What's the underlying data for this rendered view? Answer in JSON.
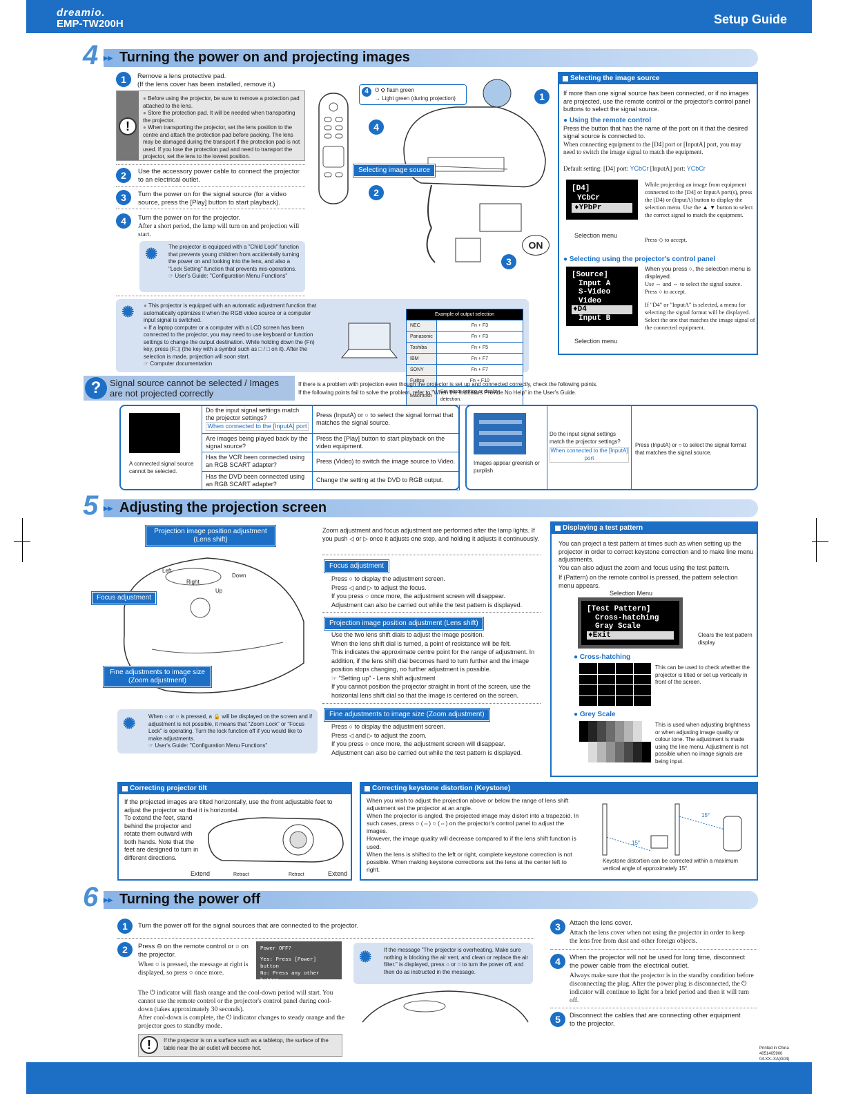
{
  "header": {
    "brand": "dreamio.",
    "model": "EMP-TW200H",
    "guide": "Setup Guide"
  },
  "s4": {
    "num": "4",
    "title": "Turning the power on and projecting images",
    "step1": {
      "n": "1",
      "l1": "Remove a lens protective pad.",
      "l2": "(If the lens cover has been installed, remove it.)"
    },
    "warn1": [
      "Before using the projector, be sure to remove a protection pad attached to the lens.",
      "Store the protection pad. It will be needed when transporting the projector.",
      "When transporting the projector, set the lens position to the centre and attach the protection pad before packing. The lens may be damaged during the transport if the protection pad is not used. If you lose the protection pad and need to transport the projector, set the lens to the lowest position."
    ],
    "step2": {
      "n": "2",
      "t": "Use the accessory power cable to connect the projector to an electrical outlet."
    },
    "step3": {
      "n": "3",
      "t": "Turn the power on for the signal source (for a video source, press the [Play] button to start playback)."
    },
    "step4": {
      "n": "4",
      "t": "Turn the power on for the projector.",
      "t2": "After a short period, the lamp will turn on and projection will start."
    },
    "tip1": {
      "t": "The projector is equipped with a \"Child Lock\" function that prevents young children from accidentally turning the power on and looking into the lens, and also a \"Lock Setting\" function that prevents mis-operations.",
      "ref": "User's Guide: \"Configuration Menu Functions\""
    },
    "callout": {
      "n": "4",
      "l1": "flash green",
      "l2": "→ Light green (during projection)"
    },
    "img_label": "Selecting image source",
    "on": "ON",
    "tip2": {
      "b1": "This projector is equipped with an automatic adjustment function that automatically optimizes it when the RGB video source or a computer input signal is switched.",
      "b2": "If a laptop computer or a computer with a LCD screen has been connected to the projector, you may need to use keyboard or function settings to change the output destination. While holding down the (Fn) key, press (F□) (the key with a symbol such as □ / □ on it). After the selection is made, projection will soon start.",
      "ref": "Computer documentation"
    },
    "out_table": {
      "head": "Example of output selection",
      "rows": [
        [
          "NEC",
          "Fn + F3"
        ],
        [
          "Panasonic",
          "Fn + F3"
        ],
        [
          "Toshiba",
          "Fn + F5"
        ],
        [
          "IBM",
          "Fn + F7"
        ],
        [
          "SONY",
          "Fn + F7"
        ],
        [
          "Fujitsu",
          "Fn + F10"
        ],
        [
          "Macintosh",
          "Set mirror setting or display detection."
        ]
      ]
    },
    "sel": {
      "title": "Selecting the image source",
      "intro": "If more than one signal source has been connected, or if no images are projected, use the remote control or the projector's control panel buttons to select the signal source.",
      "remote_head": "Using the remote control",
      "remote_t1": "Press the button that has the name of the port on it that the desired signal source is connected to.",
      "remote_t2": "When connecting equipment to the [D4] port or [InputA] port, you may need to switch the image signal to match the equipment.",
      "default_lbl": "Default setting:",
      "d4": "[D4] port:",
      "d4v": "YCbCr",
      "ia": "[InputA] port:",
      "iav": "YCbCr",
      "menu1": {
        "l1": "[D4]",
        "l2": "YCbCr",
        "l3": "♦YPbPr"
      },
      "menu1_cap": "Selection menu",
      "menu1_txt": "While projecting an image from equipment connected to the [D4] or InputA port(s), press the (D4) or (InputA) button to display the selection menu. Use the ▲ ▼ button to select the correct signal to match the equipment.",
      "menu1_acc": "Press ◇ to accept.",
      "panel_head": "Selecting using the projector's control panel",
      "panel_t1": "When you press ○, the selection menu is displayed.",
      "panel_t2": "Use ⇔ and ⇔ to select the signal source.",
      "panel_t3": "Press ○ to accept.",
      "panel_t4": "If \"D4\" or \"InputA\" is selected, a menu for selecting the signal format will be displayed.",
      "panel_t5": "Select the one that matches the image signal of the connected equipment.",
      "menu2": {
        "l1": "[Source]",
        "l2": "Input A",
        "l3": "S-Video",
        "l4": "Video",
        "l5": "♦D4",
        "l6": "Input B"
      },
      "menu2_cap": "Selection menu"
    },
    "trouble": {
      "title1": "Signal source cannot be selected / Images",
      "title2": "are not projected correctly",
      "intro1": "If there is a problem with projection even though the projector is set up and connected correctly, check the following points.",
      "intro2": "If the following points fail to solve the problem, refer to  \"When the Indicators Provide No Help\" in the User's Guide.",
      "left_cap": "A connected signal source cannot be selected.",
      "rows": [
        {
          "q": "Do the input signal settings match the projector settings?",
          "q2": "When connected to the [InputA] port",
          "a": "Press (InputA) or ○ to select the signal format that matches the signal source."
        },
        {
          "q": "Are images being played back by the signal source?",
          "a": "Press the [Play] button to start playback on the video equipment."
        },
        {
          "q": "Has the VCR been connected using an RGB SCART adapter?",
          "a": "Press (Video) to switch the image source to Video."
        },
        {
          "q": "Has the DVD been connected using an RGB SCART adapter?",
          "a": "Change the setting at the DVD to RGB output."
        }
      ],
      "right_cap": "Images appear greenish or purplish",
      "right_q": "Do the input signal settings match the projector settings?",
      "right_q2": "When connected to the [InputA] port",
      "right_a": "Press (InputA) or ○ to select the signal format that matches the signal source."
    }
  },
  "s5": {
    "num": "5",
    "title": "Adjusting the projection screen",
    "lbl_shift": "Projection image position adjustment (Lens shift)",
    "lbl_focus": "Focus adjustment",
    "lbl_zoom": "Fine adjustments to image size (Zoom adjustment)",
    "dirs": {
      "left": "Left",
      "right": "Right",
      "down": "Down",
      "up": "Up"
    },
    "intro": "Zoom adjustment and focus adjustment are performed after the lamp lights. If you push ◁ or ▷ once it adjusts one step, and holding it adjusts it continuously.",
    "focus": {
      "head": "Focus adjustment",
      "t1": "Press ○ to display the adjustment screen.",
      "t2": "Press ◁ and ▷ to adjust the focus.",
      "t3": "If you press ○ once more, the adjustment screen will disappear.",
      "t4": "Adjustment can also be carried out while the test pattern is displayed."
    },
    "shift": {
      "head": "Projection image position adjustment (Lens shift)",
      "t1": "Use the two lens shift dials to adjust the image position.",
      "t2": "When the lens shift dial is turned, a point of resistance will be felt.",
      "t3": "This indicates the approximate centre point for the range of adjustment. In addition, if the lens shift dial becomes hard to turn further and the image position stops changing, no further adjustment is possible.",
      "ref": "\"Setting up\" - Lens shift adjustment",
      "t4": "If you cannot position the projector straight in front of the screen, use the horizontal lens shift dial so that the image is centered on the screen."
    },
    "zoom": {
      "head": "Fine adjustments to image size (Zoom adjustment)",
      "t1": "Press ○ to display the adjustment screen.",
      "t2": "Press ◁ and ▷ to adjust the zoom.",
      "t3": "If you press ○ once more, the adjustment screen will disappear.",
      "t4": "Adjustment can also be carried out while the test pattern is displayed."
    },
    "tip": {
      "t": "When ○ or ○ is pressed, a 🔒 will be displayed on the screen and if adjustment is not possible, it means that \"Zoom Lock\" or \"Focus Lock\" is operating. Turn the lock function off if you would like to make adjustments.",
      "ref": "User's Guide: \"Configuration Menu Functions\""
    },
    "test": {
      "title": "Displaying a test pattern",
      "t1": "You can project a test pattern at times such as when setting up the projector in order to correct keystone correction and to make line menu adjustments.",
      "t2": "You can also adjust the zoom and focus using the test pattern.",
      "t3": "If (Pattern) on the remote control is pressed, the pattern selection menu appears.",
      "menu_cap": "Selection Menu",
      "menu": {
        "l1": "[Test Pattern]",
        "l2": "Cross-hatching",
        "l3": "Gray Scale",
        "l4": "♦Exit"
      },
      "clears": "Clears the test pattern display",
      "cross_head": "Cross-hatching",
      "cross_t": "This can be used to check whether the projector is tilted or set up vertically in front of the screen.",
      "grey_head": "Grey Scale",
      "grey_t": "This is used when adjusting brightness or when adjusting image quality or colour tone. The adjustment is made using the line menu. Adjustment is not possible when no image signals are being input."
    },
    "tilt": {
      "title": "Correcting projector tilt",
      "t1": "If the projected images are tilted horizontally, use the front adjustable feet to adjust the projector so that it is horizontal.",
      "t2": "To extend the feet, stand behind the projector and rotate them outward with both hands. Note that the feet are designed to turn in different directions.",
      "extend": "Extend",
      "retract": "Retract"
    },
    "key": {
      "title": "Correcting keystone distortion (Keystone)",
      "t1": "When you wish to adjust the projection above or below the range of lens shift adjustment set the projector at an angle.",
      "t2": "When the projector is angled, the projected image may distort into a trapezoid. In such cases, press ○ (⇔) ○ (⇔) on the projector's control panel to adjust the images.",
      "t3": "However, the image quality will decrease compared to if the lens shift function is used.",
      "t4": "When the lens is shifted to the left or right, complete keystone correction is not possible. When making keystone corrections set the lens at the center left to right.",
      "cap": "Keystone distortion can be corrected within a maximum vertical angle of approximately 15°.",
      "deg": "15°"
    }
  },
  "s6": {
    "num": "6",
    "title": "Turning the power off",
    "step1": {
      "n": "1",
      "t": "Turn the power off for the signal sources that are connected to the projector."
    },
    "step2": {
      "n": "2",
      "t1": "Press ⊖ on the remote control or ○ on the projector.",
      "t2": "When ○ is pressed, the message at right is displayed, so press ○ once more.",
      "t3": "The ⏻ indicator will flash orange and the cool-down period will start. You cannot use the remote control or the projector's control panel during cool-down (takes approximately 30 seconds).",
      "t4": "After cool-down is complete, the ⏻ indicator changes to steady orange and the projector goes to standby mode."
    },
    "screen": {
      "l1": "Power OFF?",
      "l2": "Yes: Press [Power] button",
      "l3": "No:  Press any other button"
    },
    "warn": "If the projector is on a surface such as a tabletop, the surface of the table near the air outlet will become hot.",
    "tip": "If the message \"The projector is overheating. Make sure nothing is blocking the air vent, and clean or replace the air filter.\" is displayed, press ○ or ○ to turn the power off, and then do as instructed in the message.",
    "step3": {
      "n": "3",
      "t": "Attach the lens cover.",
      "t2": "Attach the lens cover when not using the projector in order to keep the lens free from dust and other foreign objects."
    },
    "step4": {
      "n": "4",
      "t": "When the projector will not be used for long time, disconnect the power cable from the electrical outlet.",
      "t2": "Always make sure that the projector is in the standby condition before disconnecting the plug. After the power plug is disconnected, the ⏻ indicator will continue to light for a brief period and then it will turn off."
    },
    "step5": {
      "n": "5",
      "t": "Disconnect the cables that are connecting other equipment to the projector."
    }
  },
  "footer": {
    "l1": "Printed in China",
    "l2": "4051405900",
    "l3": "04.XX-.XA(G04)"
  },
  "colors": {
    "accent": "#1c6fc4"
  }
}
